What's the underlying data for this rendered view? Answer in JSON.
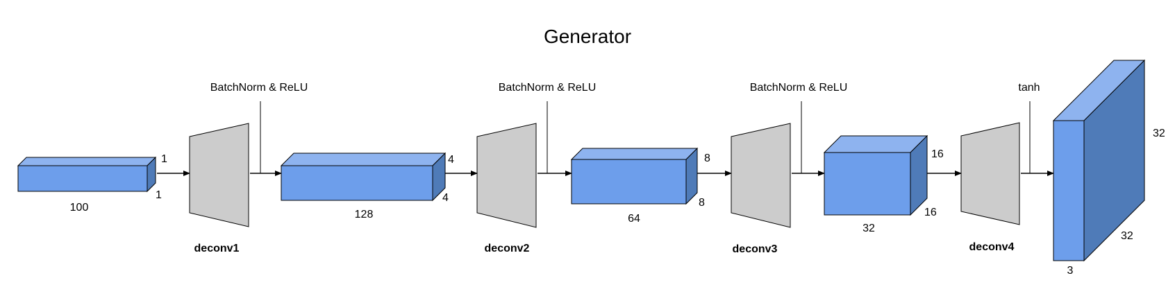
{
  "title": "Generator",
  "colors": {
    "box_front": "#6d9eeb",
    "box_top": "#8eb3ef",
    "box_side": "#4f7bb8",
    "deconv_fill": "#cccccc",
    "line": "#000000"
  },
  "input": {
    "depth": "100",
    "right_top": "1",
    "right_bottom": "1"
  },
  "layers": [
    {
      "name": "deconv1",
      "activation": "BatchNorm & ReLU",
      "output_depth": "128",
      "output_h": "4",
      "output_w": "4"
    },
    {
      "name": "deconv2",
      "activation": "BatchNorm & ReLU",
      "output_depth": "64",
      "output_h": "8",
      "output_w": "8"
    },
    {
      "name": "deconv3",
      "activation": "BatchNorm & ReLU",
      "output_depth": "32",
      "output_h": "16",
      "output_w": "16"
    },
    {
      "name": "deconv4",
      "activation": "tanh",
      "output_depth": "3",
      "output_h": "32",
      "output_w": "32"
    }
  ]
}
